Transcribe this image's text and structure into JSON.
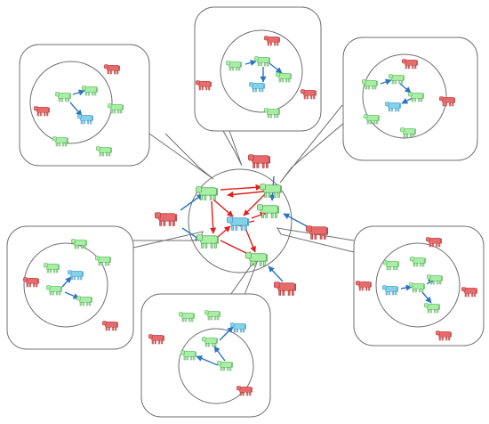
{
  "diagram": {
    "colors": {
      "background": "#ffffff",
      "outline": "#6f6f73",
      "callout_fill": "#ffffff",
      "arrow_blue": "#2a74c4",
      "arrow_red": "#e0201e",
      "animal_green_fill": "#a7f0a3",
      "animal_green_stroke": "#4c9d52",
      "animal_blue_fill": "#82d2ec",
      "animal_blue_stroke": "#3b8fb6",
      "animal_red_fill": "#e96a6a",
      "animal_red_stroke": "#a83a3a"
    },
    "icon": "cow-icon",
    "animal_kinds": [
      "green",
      "blue",
      "red"
    ],
    "central_group": {
      "animals": [
        "green",
        "green",
        "green",
        "green",
        "blue",
        "green",
        "red",
        "red",
        "red",
        "red"
      ],
      "arrow_colors": [
        "blue",
        "red"
      ]
    },
    "callouts": [
      {
        "name": "callout-top-left",
        "animals": [
          "green",
          "green",
          "blue",
          "red",
          "red",
          "green",
          "green",
          "green"
        ]
      },
      {
        "name": "callout-top-center",
        "animals": [
          "green",
          "green",
          "green",
          "blue",
          "red",
          "red",
          "red",
          "green"
        ]
      },
      {
        "name": "callout-top-right",
        "animals": [
          "green",
          "green",
          "green",
          "blue",
          "green",
          "green",
          "red",
          "red"
        ]
      },
      {
        "name": "callout-left",
        "animals": [
          "green",
          "green",
          "green",
          "blue",
          "green",
          "green",
          "red",
          "red"
        ]
      },
      {
        "name": "callout-bottom",
        "animals": [
          "green",
          "green",
          "green",
          "blue",
          "green",
          "green",
          "red",
          "red"
        ]
      },
      {
        "name": "callout-right",
        "animals": [
          "green",
          "green",
          "blue",
          "green",
          "green",
          "green",
          "red",
          "red",
          "red",
          "red"
        ]
      }
    ]
  }
}
